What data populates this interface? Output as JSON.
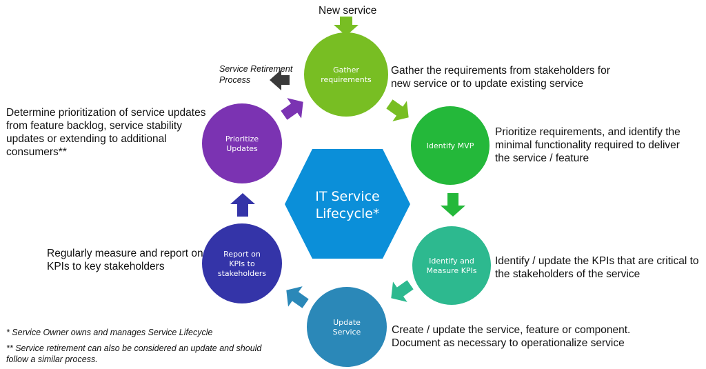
{
  "entry_label": "New service",
  "retirement_label": [
    "Service Retirement",
    "Process"
  ],
  "hub": {
    "lines": [
      "IT Service",
      "Lifecycle*"
    ],
    "color": "#0B8FD9"
  },
  "stages": [
    {
      "id": "gather",
      "lines": [
        "Gather",
        "requirements"
      ],
      "color": "#78BE23",
      "description": [
        "Gather the requirements from stakeholders for",
        "new service or to update existing service"
      ]
    },
    {
      "id": "mvp",
      "lines": [
        "Identify MVP"
      ],
      "color": "#24B83A",
      "description": [
        "Prioritize requirements, and identify the",
        "minimal functionality required to deliver",
        "the service / feature"
      ]
    },
    {
      "id": "kpis",
      "lines": [
        "Identify and",
        "Measure KPIs"
      ],
      "color": "#2DB98F",
      "description": [
        "Identify / update the KPIs that are critical to",
        "the stakeholders of the service"
      ]
    },
    {
      "id": "update",
      "lines": [
        "Update",
        "Service"
      ],
      "color": "#2B88B8",
      "description": [
        "Create / update the service, feature or component.",
        "Document as necessary to operationalize service"
      ]
    },
    {
      "id": "report",
      "lines": [
        "Report on",
        "KPIs to",
        "stakeholders"
      ],
      "color": "#3434A8",
      "description": [
        "Regularly measure and report on",
        "KPIs to key stakeholders"
      ]
    },
    {
      "id": "prioritize",
      "lines": [
        "Prioritize",
        "Updates"
      ],
      "color": "#7B33B2",
      "description": [
        "Determine prioritization of service updates",
        "from feature backlog, service stability",
        "updates or extending to additional",
        "consumers**"
      ]
    }
  ],
  "arrows": {
    "entry_color": "#78BE23",
    "retirement_color": "#3A3A3A"
  },
  "footnotes": [
    [
      "* Service Owner owns and manages Service Lifecycle"
    ],
    [
      "** Service retirement can also be considered an update and should",
      "follow a similar process."
    ]
  ]
}
